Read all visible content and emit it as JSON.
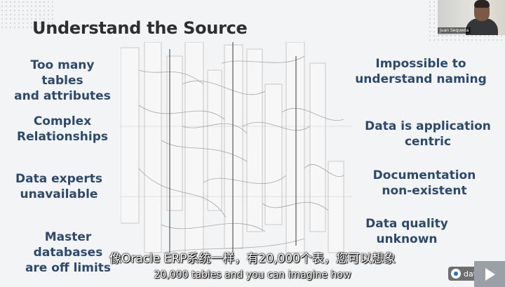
{
  "slide": {
    "title": "Understand the Source",
    "left_points": [
      "Too many tables\nand attributes",
      "Complex\nRelationships",
      "Data experts\nunavailable",
      "Master databases\nare off limits"
    ],
    "right_points": [
      "Impossible to\nunderstand naming",
      "Data is application\ncentric",
      "Documentation\nnon-existent",
      "Data quality\nunknown"
    ]
  },
  "video": {
    "presenter_name": "Juan Sequeda",
    "subtitle_cn": "像Oracle ERP系统一样，有20,000个表，您可以想象",
    "subtitle_en": "20,000 tables and you can imagine how",
    "brand": "data.world",
    "icons": [
      "play-icon",
      "data-world-logo-icon"
    ]
  },
  "colors": {
    "title": "#2e2e33",
    "points": "#2c4a6e",
    "background": "#f3f4f5"
  }
}
